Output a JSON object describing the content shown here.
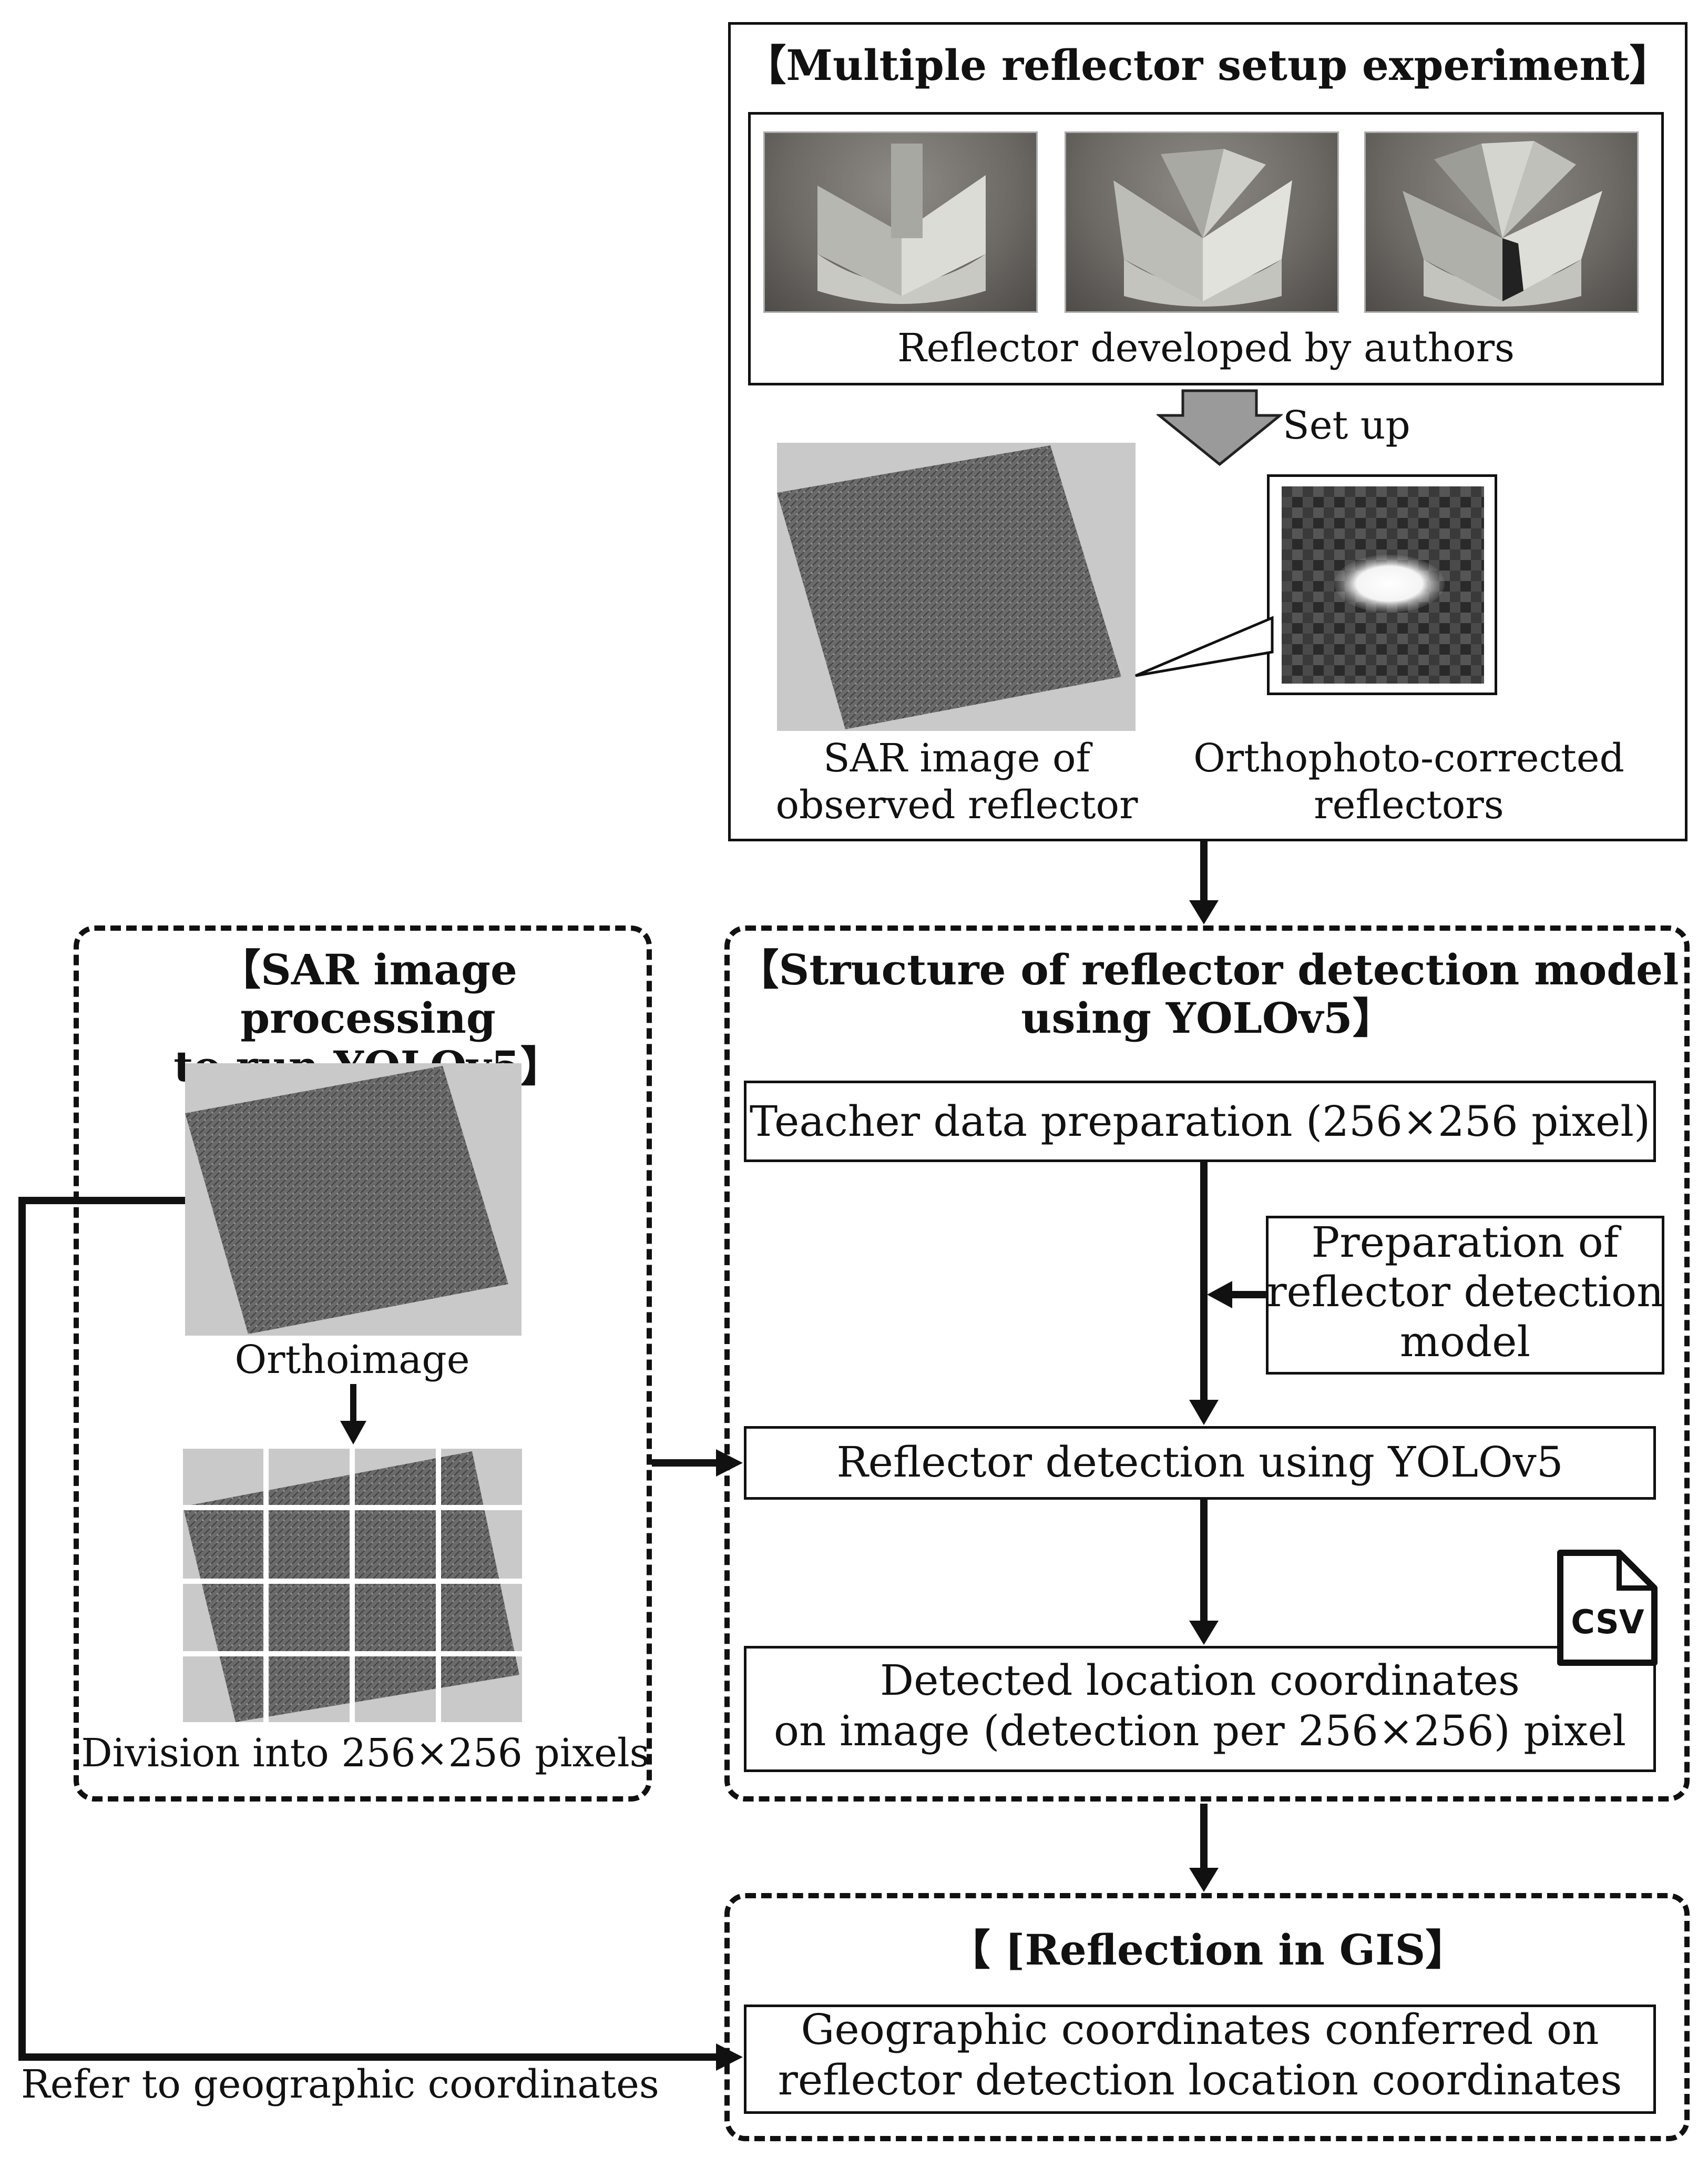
{
  "experiment": {
    "title": "【Multiple reflector setup experiment】",
    "photos_caption": "Reflector developed by authors",
    "setup_label": "Set up",
    "sar_caption": "SAR image of\nobserved reflector",
    "ortho_caption": "Orthophoto-corrected\nreflectors"
  },
  "processing": {
    "title": "【SAR image processing\nto run YOLOv5】",
    "orthoimage_label": "Orthoimage",
    "division_label": "Division into 256×256 pixels"
  },
  "model": {
    "title": "【Structure of reflector detection model\nusing YOLOv5】",
    "teacher_data": "Teacher data preparation (256×256 pixel)",
    "preparation": "Preparation of\nreflector detection\nmodel",
    "detection": "Reflector detection using YOLOv5",
    "csv_label": "CSV",
    "detected_coords": "Detected location coordinates\non image (detection per 256×256) pixel"
  },
  "gis": {
    "title": "【 [Reflection in GIS】",
    "geo_coords": "Geographic coordinates conferred on\nreflector detection location coordinates"
  },
  "refer_label": "Refer to geographic coordinates"
}
